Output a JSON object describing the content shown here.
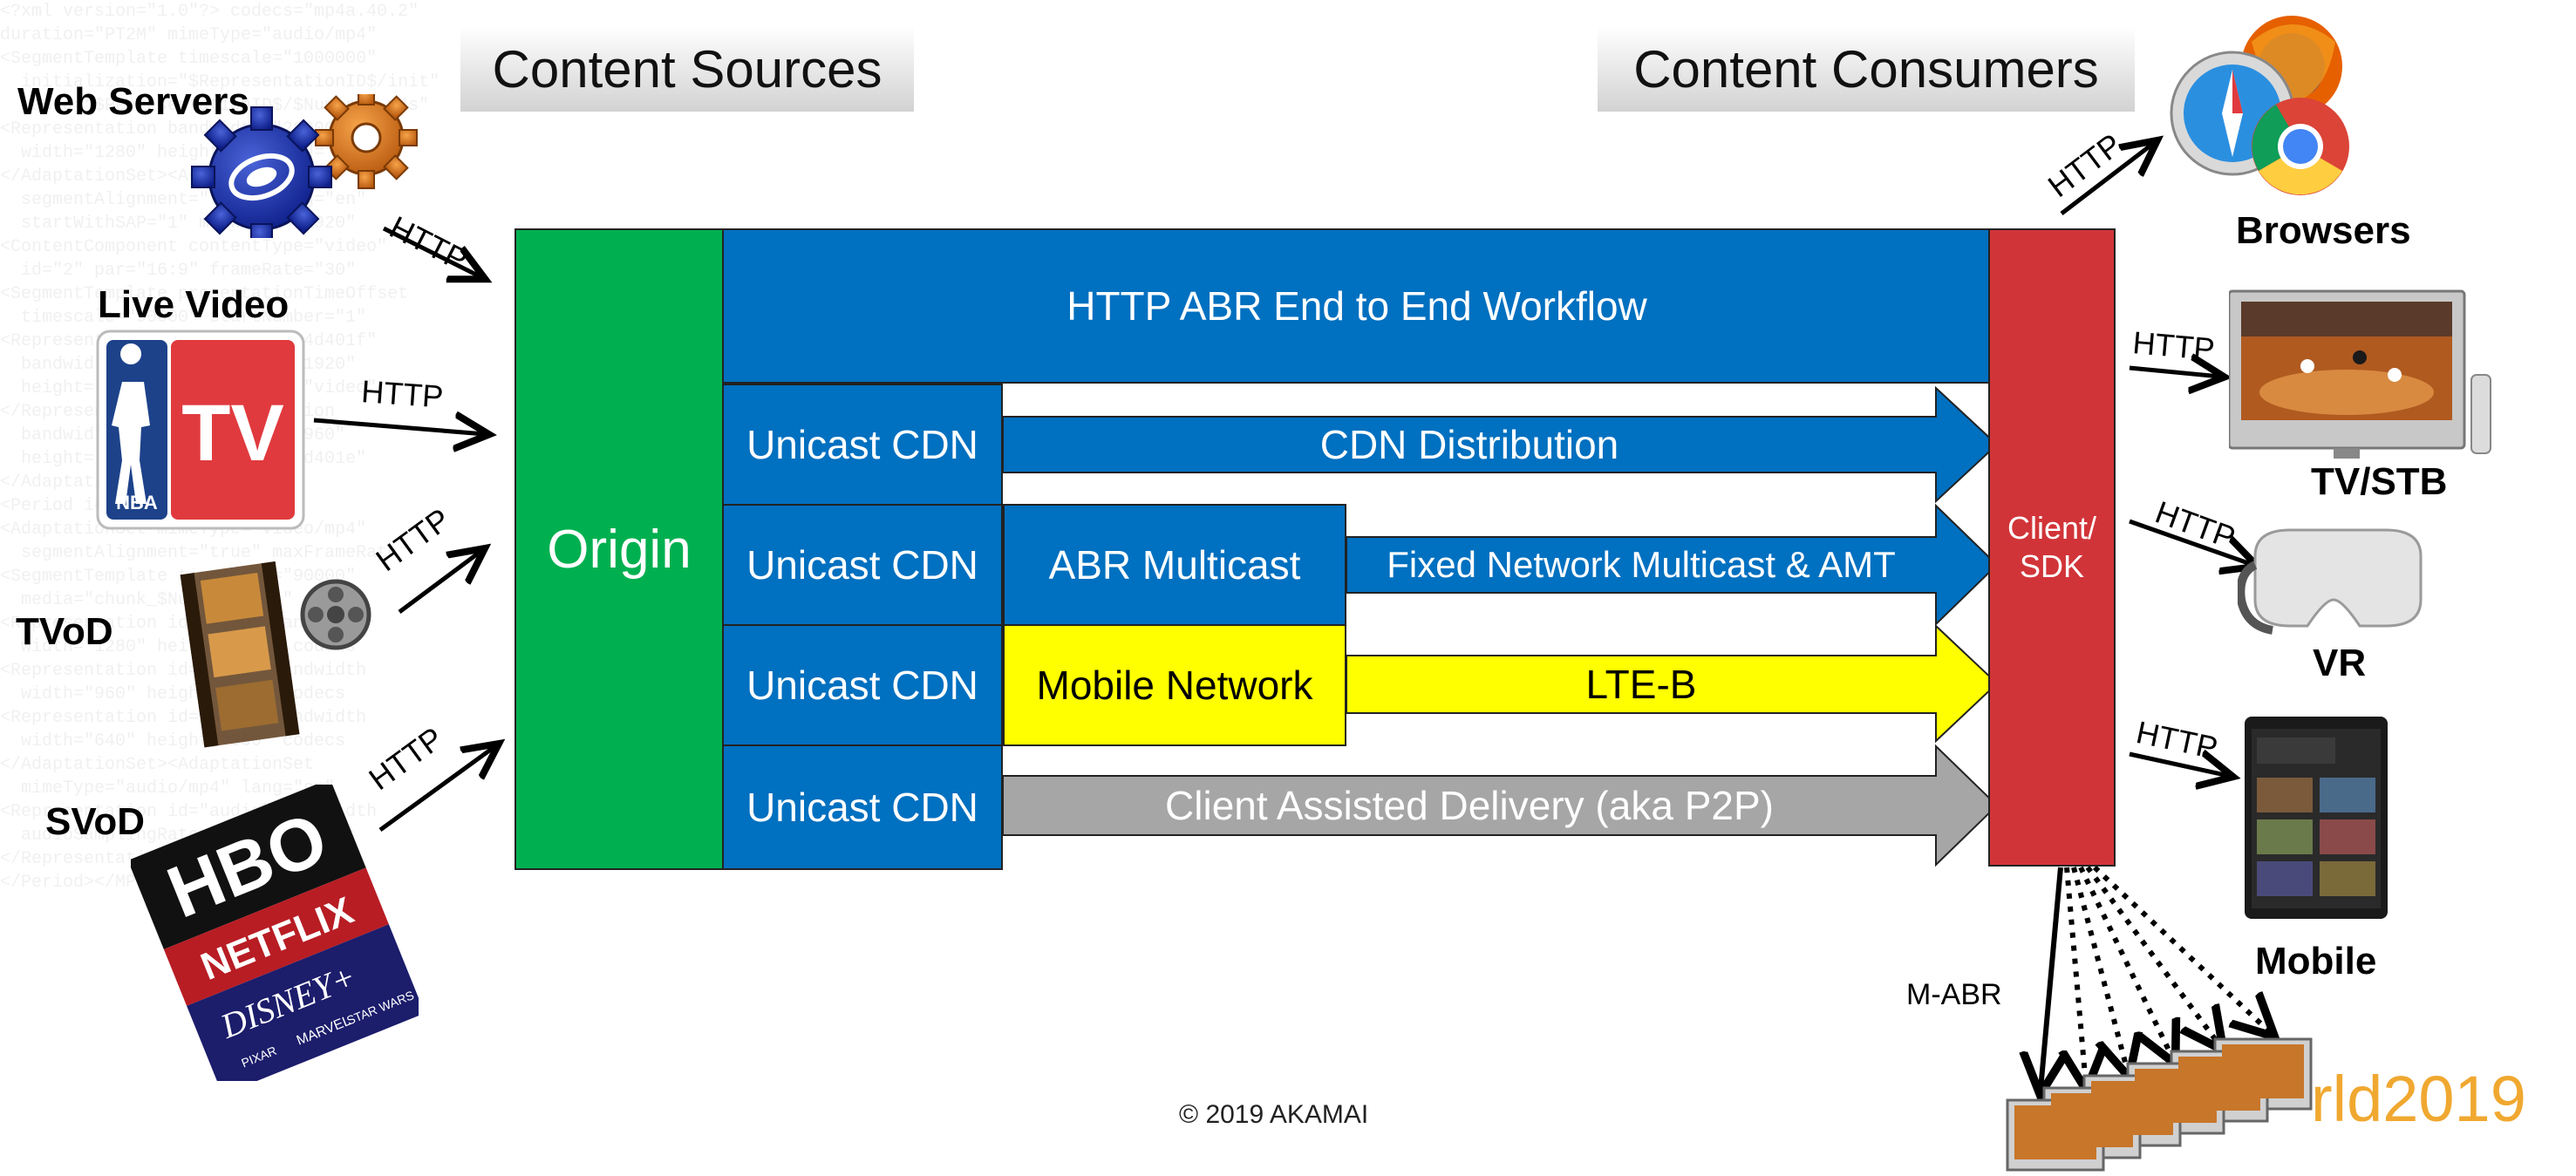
{
  "headers": {
    "content_sources": "Content Sources",
    "content_consumers": "Content Consumers"
  },
  "sources": {
    "web_servers": "Web Servers",
    "live_video": "Live Video",
    "tvod": "TVoD",
    "svod": "SVoD",
    "nba_tv_text": "TV",
    "nba_text": "NBA",
    "hbo_text": "HBO",
    "netflix_text": "NETFLIX",
    "disney_text": "DISNEY+",
    "marvel_text": "MARVEL",
    "starwars_text": "STAR WARS",
    "pixar_text": "PIXAR"
  },
  "protocols": {
    "http": "HTTP",
    "mabr": "M-ABR"
  },
  "workflow": {
    "origin": "Origin",
    "top_band": "HTTP ABR End to End Workflow",
    "client_sdk": "Client/\nSDK",
    "rows": [
      {
        "cdn": "Unicast CDN",
        "arrow": "CDN Distribution"
      },
      {
        "cdn": "Unicast CDN",
        "middle": "ABR Multicast",
        "arrow": "Fixed Network Multicast & AMT"
      },
      {
        "cdn": "Unicast CDN",
        "middle": "Mobile Network",
        "arrow": "LTE-B"
      },
      {
        "cdn": "Unicast CDN",
        "arrow": "Client Assisted Delivery (aka P2P)"
      }
    ]
  },
  "consumers": {
    "browsers": "Browsers",
    "tv_stb": "TV/STB",
    "vr": "VR",
    "mobile": "Mobile"
  },
  "footer": {
    "copyright": "© 2019 AKAMAI",
    "event_fragment": "rld2019"
  },
  "colors": {
    "origin_green": "#00b050",
    "band_blue": "#0070c0",
    "client_red": "#d13438",
    "mobile_yellow": "#ffff00",
    "p2p_gray": "#a6a6a6",
    "event_orange": "#f0a830"
  }
}
